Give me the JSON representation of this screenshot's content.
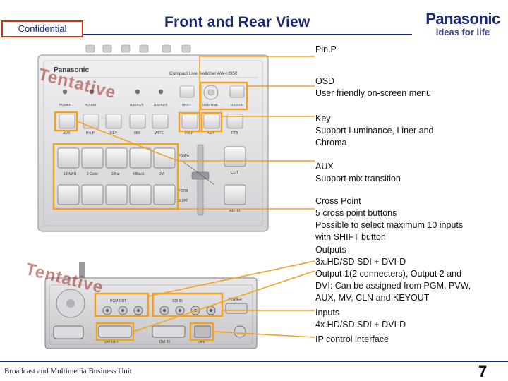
{
  "header": {
    "confidential_label": "Confidential",
    "title": "Front and Rear View",
    "brand_name": "Panasonic",
    "brand_tagline": "ideas for life"
  },
  "device_front": {
    "brand": "Panasonic",
    "model": "Compact Live Switcher AW-HS50",
    "status_labels": [
      "POWER",
      "ALARM",
      "USER1/3",
      "USER2/4",
      "SHIFT",
      "OSD/TIME",
      "OSD ON"
    ],
    "function_labels": [
      "AUX",
      "Pin.P",
      "KEY",
      "MIX",
      "WIPE",
      "Pin.P",
      "KEY",
      "FTB"
    ],
    "crosspoint_labels": [
      "1 PM/IN",
      "2 Color",
      "3 Bar",
      "4 Black",
      "DVI"
    ],
    "bus_labels": [
      "PGM/A",
      "PST/B"
    ],
    "transition_labels": [
      "CUT",
      "AUTO",
      "SHIFT"
    ]
  },
  "device_rear": {
    "port_labels": [
      "SDI IN",
      "PGM OUT",
      "DVI OUT",
      "DVI IN",
      "POWER",
      "LAN"
    ]
  },
  "callouts": [
    {
      "id": "pinp",
      "lines": [
        "Pin.P"
      ]
    },
    {
      "id": "osd",
      "lines": [
        "OSD",
        "User friendly on-screen menu"
      ]
    },
    {
      "id": "key",
      "lines": [
        "Key",
        "Support Luminance, Liner and",
        "Chroma"
      ]
    },
    {
      "id": "aux",
      "lines": [
        "AUX",
        "Support mix transition"
      ]
    },
    {
      "id": "crosspoint",
      "lines": [
        "Cross Point",
        " 5 cross point buttons",
        "Possible to select maximum 10 inputs",
        "with SHIFT button"
      ]
    },
    {
      "id": "outputs",
      "lines": [
        "Outputs",
        "3x.HD/SD SDI + DVI-D",
        "Output 1(2 connecters), Output 2 and",
        "DVI: Can be assigned from PGM, PVW,",
        "AUX, MV, CLN and KEYOUT"
      ]
    },
    {
      "id": "inputs",
      "lines": [
        "Inputs",
        "4x.HD/SD SDI + DVI-D"
      ]
    },
    {
      "id": "ip",
      "lines": [
        "IP control interface"
      ]
    }
  ],
  "watermarks": [
    "Tentative",
    "Tentative"
  ],
  "footer": {
    "org": "Broadcast and Multimedia Business Unit",
    "page_number": "7"
  },
  "colors": {
    "navy": "#1b2a78",
    "accent_orange": "#f5a21b",
    "confidential_border": "#c8321c",
    "device_body": "#e4e4e6"
  }
}
